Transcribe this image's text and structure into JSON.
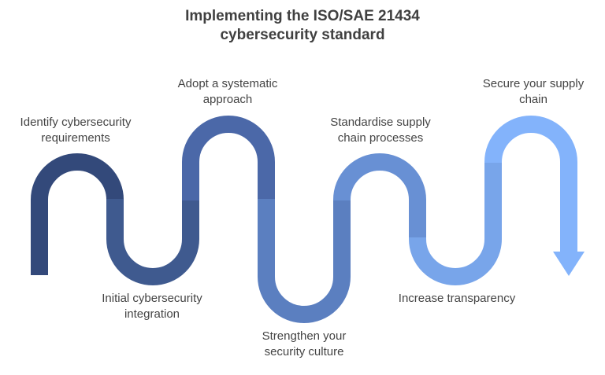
{
  "title": {
    "line1": "Implementing the ISO/SAE 21434",
    "line2": "cybersecurity standard"
  },
  "steps": [
    {
      "line1": "Identify cybersecurity",
      "line2": "requirements",
      "color": "#33497a"
    },
    {
      "line1": "Initial cybersecurity",
      "line2": "integration",
      "color": "#3f5a8f"
    },
    {
      "line1": "Adopt a systematic",
      "line2": "approach",
      "color": "#4b68a8"
    },
    {
      "line1": "Strengthen your",
      "line2": "security culture",
      "color": "#5b7fc0"
    },
    {
      "line1": "Standardise supply",
      "line2": "chain processes",
      "color": "#6890d4"
    },
    {
      "line1": "Increase transparency",
      "line2": "",
      "color": "#78a5ea"
    },
    {
      "line1": "Secure your supply",
      "line2": "chain",
      "color": "#83b3fb"
    }
  ],
  "arrow_icon": "arrow-down-icon"
}
